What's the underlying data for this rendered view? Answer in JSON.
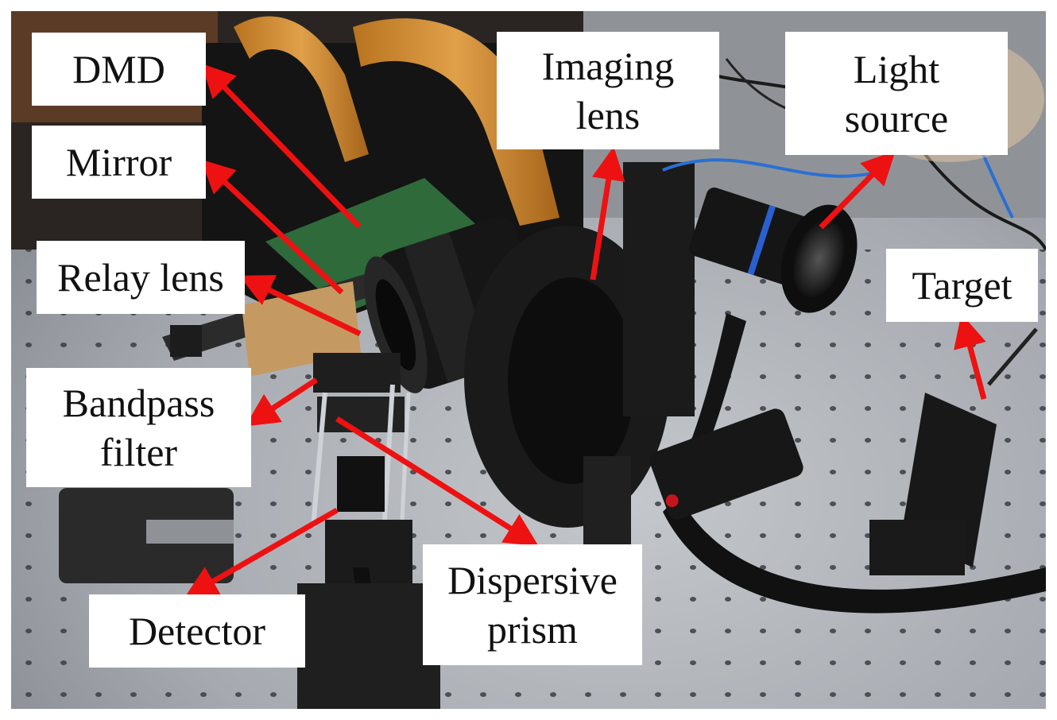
{
  "labels": {
    "dmd": "DMD",
    "mirror": "Mirror",
    "relay_lens": "Relay lens",
    "bandpass_line1": "Bandpass",
    "bandpass_line2": "filter",
    "detector": "Detector",
    "imaging_line1": "Imaging",
    "imaging_line2": "lens",
    "light_line1": "Light",
    "light_line2": "source",
    "target": "Target",
    "dispersive_line1": "Dispersive",
    "dispersive_line2": "prism"
  },
  "colors": {
    "arrow": "#ee1111",
    "table": "#a9adb3",
    "label_bg": "#ffffff"
  }
}
